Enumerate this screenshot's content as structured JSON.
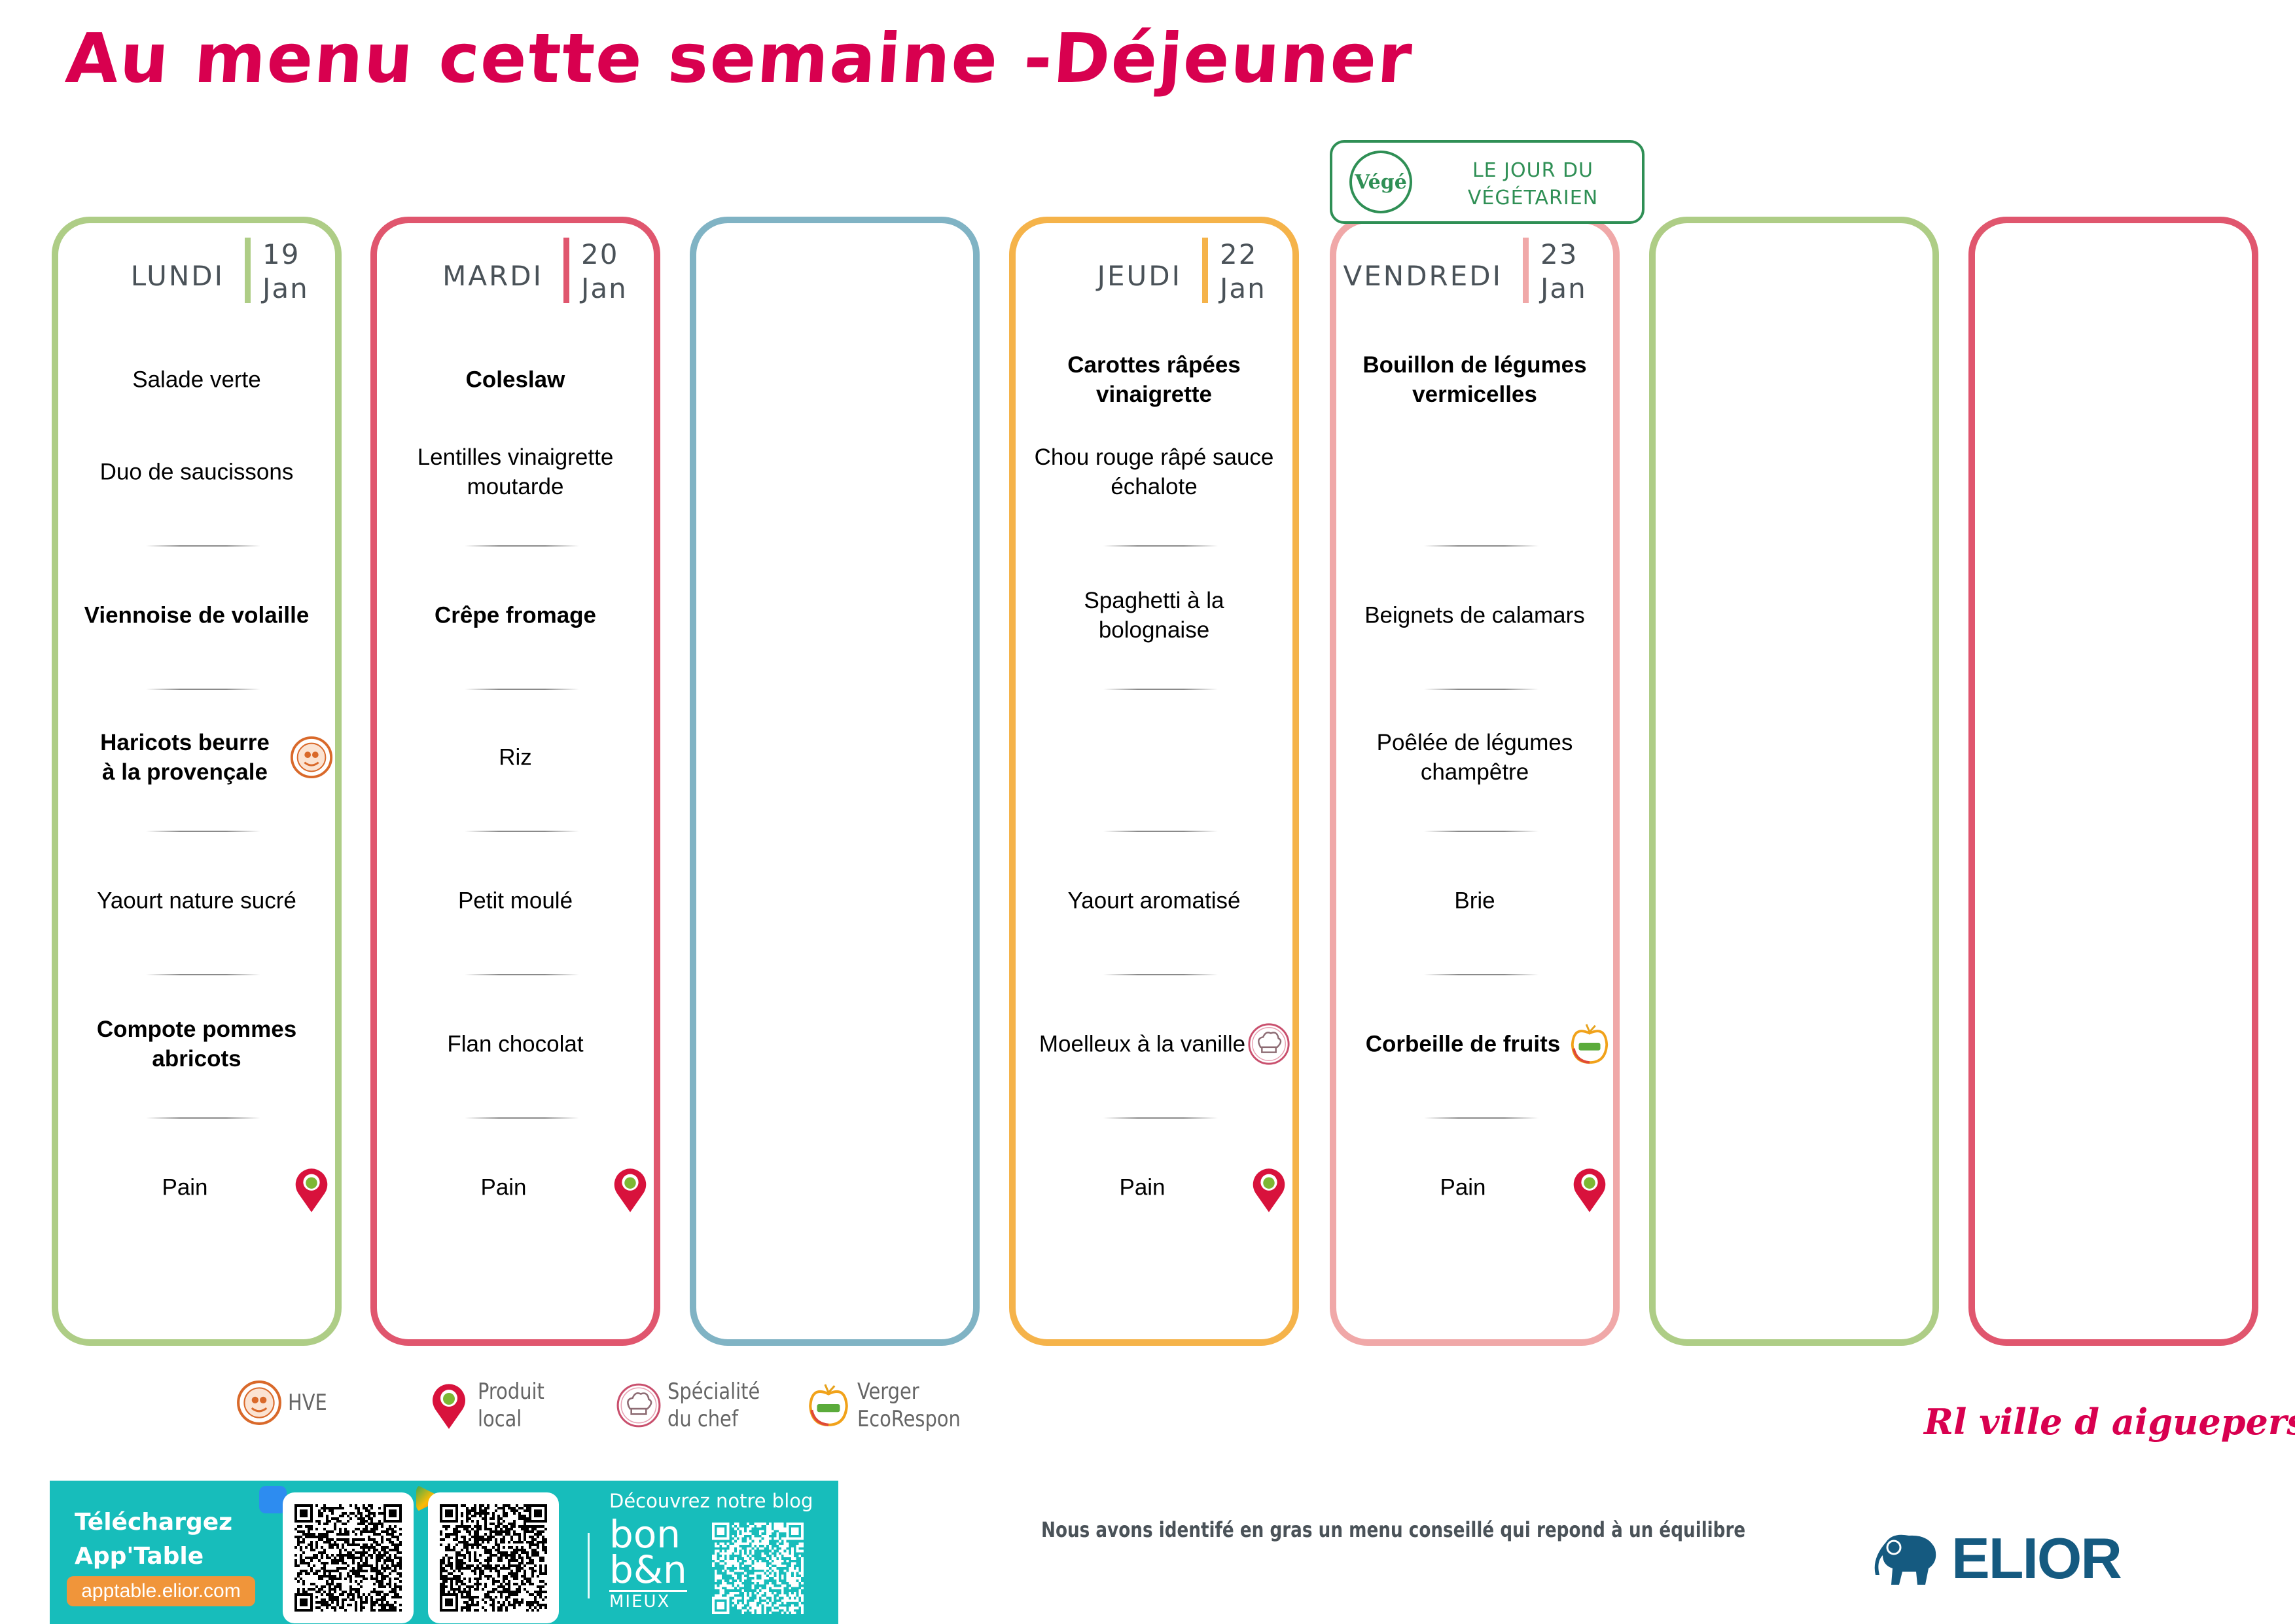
{
  "title": "Au menu cette semaine -Déjeuner",
  "vege_badge": {
    "logo": "Végé",
    "text": "LE JOUR DU\nVÉGÉTARIEN",
    "color": "#2f8f55"
  },
  "days": [
    {
      "name": "LUNDI",
      "day": "19",
      "month": "Jan",
      "color": "#aecd86",
      "rows": {
        "starter1": {
          "text": "Salade verte",
          "bold": false
        },
        "starter2": {
          "text": "Duo de saucissons",
          "bold": false
        },
        "main": {
          "text": "Viennoise de volaille",
          "bold": true
        },
        "side": {
          "text": "Haricots beurre\nà la provençale",
          "bold": true,
          "icon": "hve"
        },
        "dairy": {
          "text": "Yaourt nature sucré",
          "bold": false
        },
        "dessert": {
          "text": "Compote pommes\nabricots",
          "bold": true
        },
        "bread": {
          "text": "Pain",
          "bold": false,
          "icon": "local"
        }
      }
    },
    {
      "name": "MARDI",
      "day": "20",
      "month": "Jan",
      "color": "#e0566e",
      "rows": {
        "starter1": {
          "text": "Coleslaw",
          "bold": true
        },
        "starter2": {
          "text": "Lentilles vinaigrette\nmoutarde",
          "bold": false
        },
        "main": {
          "text": "Crêpe fromage",
          "bold": true
        },
        "side": {
          "text": "Riz",
          "bold": false
        },
        "dairy": {
          "text": "Petit moulé",
          "bold": false
        },
        "dessert": {
          "text": "Flan chocolat",
          "bold": false
        },
        "bread": {
          "text": "Pain",
          "bold": false,
          "icon": "local"
        }
      }
    },
    {
      "color": "#80b3c4"
    },
    {
      "name": "JEUDI",
      "day": "22",
      "month": "Jan",
      "color": "#f5b34a",
      "rows": {
        "starter1": {
          "text": "Carottes râpées\nvinaigrette",
          "bold": true
        },
        "starter2": {
          "text": "Chou rouge râpé sauce\néchalote",
          "bold": false
        },
        "main": {
          "text": "Spaghetti à la\nbolognaise",
          "bold": false
        },
        "dairy": {
          "text": "Yaourt aromatisé",
          "bold": false
        },
        "dessert": {
          "text": "Moelleux à la vanille",
          "bold": false,
          "icon": "chef"
        },
        "bread": {
          "text": "Pain",
          "bold": false,
          "icon": "local"
        }
      }
    },
    {
      "name": "VENDREDI",
      "day": "23",
      "month": "Jan",
      "color": "#f0a8a8",
      "rows": {
        "starter1": {
          "text": "Bouillon de légumes\nvermicelles",
          "bold": true
        },
        "main": {
          "text": "Beignets de calamars",
          "bold": false
        },
        "side": {
          "text": "Poêlée de légumes\nchampêtre",
          "bold": false
        },
        "dairy": {
          "text": "Brie",
          "bold": false
        },
        "dessert": {
          "text": "Corbeille de fruits",
          "bold": true,
          "icon": "verger"
        },
        "bread": {
          "text": "Pain",
          "bold": false,
          "icon": "local"
        }
      }
    },
    {
      "color": "#aecd86"
    },
    {
      "color": "#e0566e"
    }
  ],
  "legend": [
    {
      "icon": "hve",
      "label": "HVE"
    },
    {
      "icon": "local",
      "label": "Produit\nlocal"
    },
    {
      "icon": "chef",
      "label": "Spécialité\ndu chef"
    },
    {
      "icon": "verger",
      "label": "Verger\nEcoRespon"
    }
  ],
  "city": "Rl ville d aigueperse",
  "note": "Nous avons identifé en gras un menu conseillé qui repond à un équilibre",
  "brand": "ELIOR",
  "banner": {
    "download": "Téléchargez\nApp'Table",
    "url": "apptable.elior.com",
    "blog": "Découvrez notre blog",
    "blog_logo": "bon\nb&n",
    "blog_tagline": "MIEUX"
  },
  "colors": {
    "title": "#d8004f",
    "banner": "#17bdbb",
    "elior": "#155a80"
  }
}
